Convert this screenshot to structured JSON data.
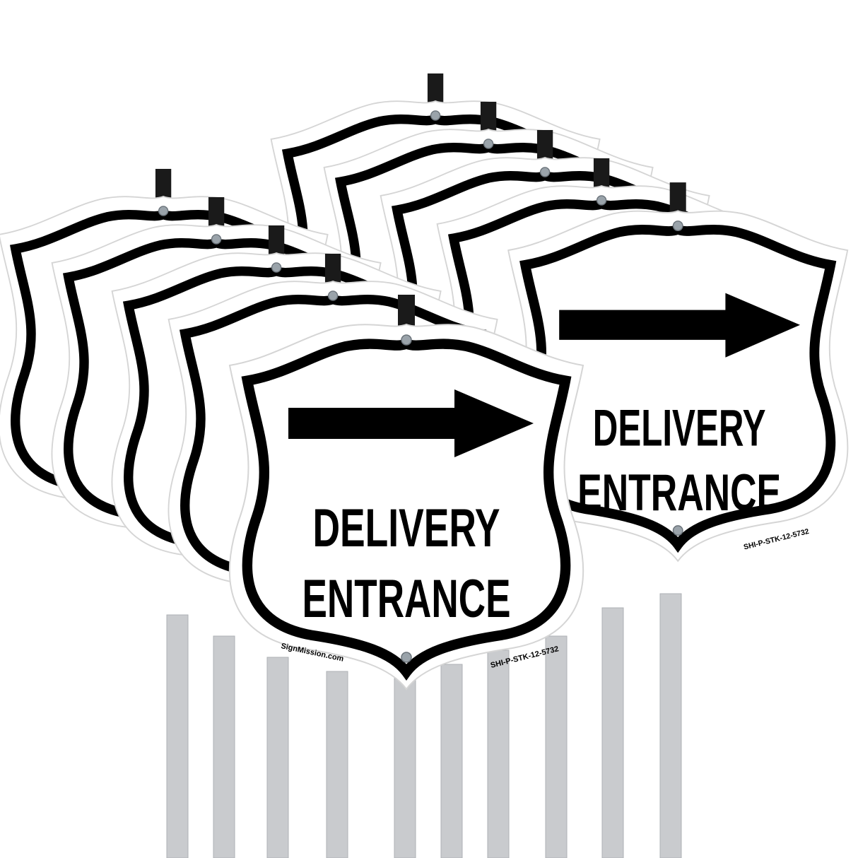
{
  "product": {
    "line1": "DELIVERY",
    "line2": "ENTRANCE",
    "brand": "SignMission.com",
    "sku": "SHI-P-STK-12-5732",
    "arrow_direction": "right",
    "sign_count": 10
  },
  "colors": {
    "sign_face": "#ffffff",
    "border": "#000000",
    "stake": "#c9cbce",
    "clip": "#1a1a1a",
    "screw": "#9aa3aa"
  }
}
